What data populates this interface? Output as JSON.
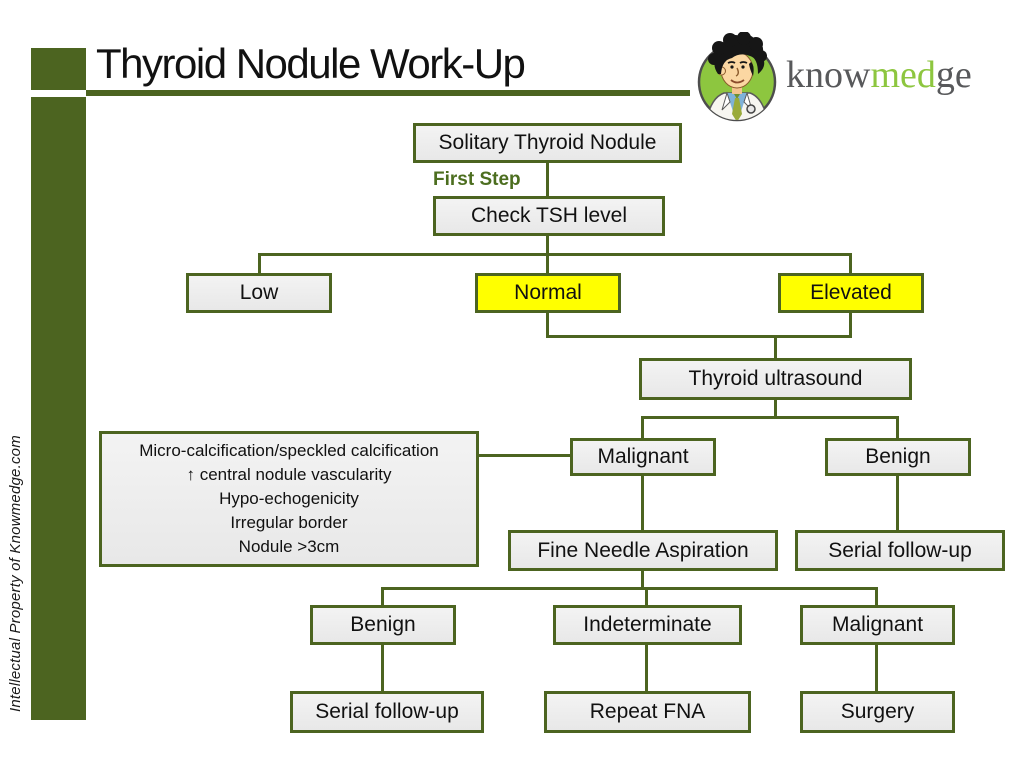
{
  "title": "Thyroid Nodule Work-Up",
  "logo": {
    "icon": "doctor-cartoon-in-green-circle",
    "brand_know": "know",
    "brand_med": "med",
    "brand_ge": "ge"
  },
  "sidebar": {
    "watermark": "Intellectual Property of Knowmedge.com"
  },
  "flowchart": {
    "first_step_label": "First Step",
    "nodes": {
      "solitary": "Solitary Thyroid Nodule",
      "check_tsh": "Check TSH level",
      "low": "Low",
      "normal": "Normal",
      "elevated": "Elevated",
      "ultrasound": "Thyroid ultrasound",
      "malignant_us": "Malignant",
      "benign_us": "Benign",
      "fna": "Fine Needle Aspiration",
      "serial_followup_us": "Serial follow-up",
      "benign_fna": "Benign",
      "indeterminate": "Indeterminate",
      "malignant_fna": "Malignant",
      "serial_followup_fna": "Serial follow-up",
      "repeat_fna": "Repeat FNA",
      "surgery": "Surgery"
    },
    "criteria_box": {
      "lines": [
        "Micro-calcification/speckled calcification",
        "↑ central nodule vascularity",
        "Hypo-echogenicity",
        "Irregular border",
        "Nodule >3cm"
      ]
    },
    "edges": [
      "solitary->check_tsh",
      "check_tsh->low",
      "check_tsh->normal",
      "check_tsh->elevated",
      "normal->ultrasound",
      "elevated->ultrasound",
      "ultrasound->malignant_us",
      "ultrasound->benign_us",
      "criteria_box->malignant_us",
      "malignant_us->fna",
      "benign_us->serial_followup_us",
      "fna->benign_fna",
      "fna->indeterminate",
      "fna->malignant_fna",
      "benign_fna->serial_followup_fna",
      "indeterminate->repeat_fna",
      "malignant_fna->surgery"
    ]
  },
  "colors": {
    "accent_green_dark": "#4c6420",
    "first_step_green": "#4c6e1f",
    "highlight_yellow": "#ffff00",
    "node_fill_gray": "#ededed",
    "logo_green": "#8dc63f",
    "logo_gray": "#58595b"
  }
}
